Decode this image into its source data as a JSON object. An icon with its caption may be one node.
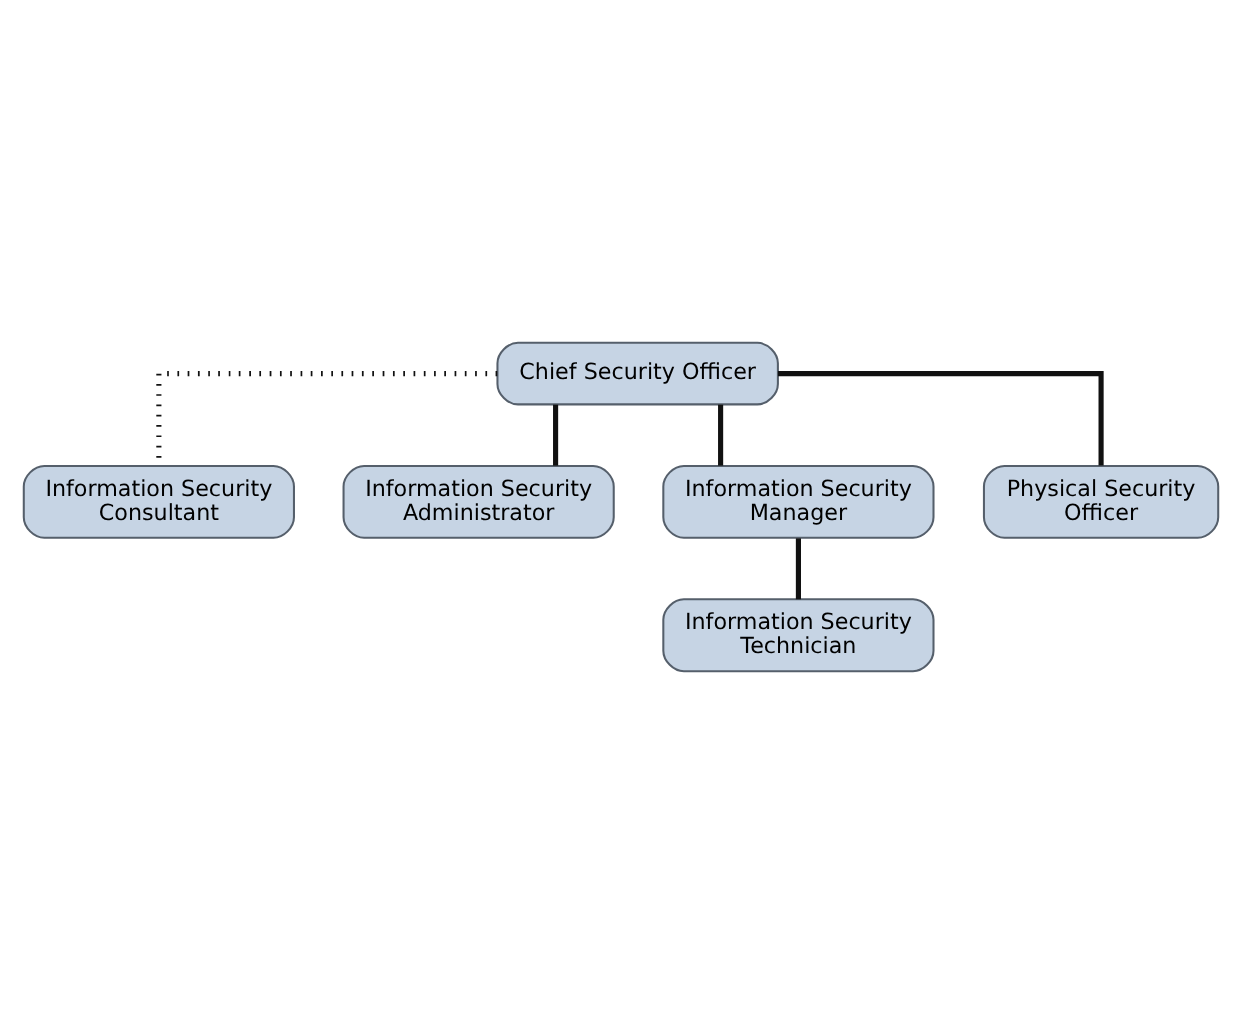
{
  "diagram": {
    "nodes": [
      {
        "text": [
          "Chief Security Officer"
        ]
      },
      {
        "text": [
          "Information Security Consultant"
        ]
      },
      {
        "text": [
          "Information Security Administrator"
        ]
      },
      {
        "text": [
          "Information Security Manager"
        ]
      },
      {
        "text": [
          "Physical Security Officer"
        ]
      },
      {
        "text": [
          "Information Security Technician"
        ]
      }
    ],
    "edges": [
      {
        "from": 0,
        "to": 1,
        "arrow": "none",
        "style": "dashed"
      },
      {
        "from": 0,
        "to": 2,
        "arrow": "none"
      },
      {
        "from": 0,
        "to": 3,
        "arrow": "none"
      },
      {
        "from": 0,
        "to": 4,
        "arrow": "none"
      },
      {
        "from": 3,
        "to": 5,
        "arrow": "none"
      }
    ]
  }
}
